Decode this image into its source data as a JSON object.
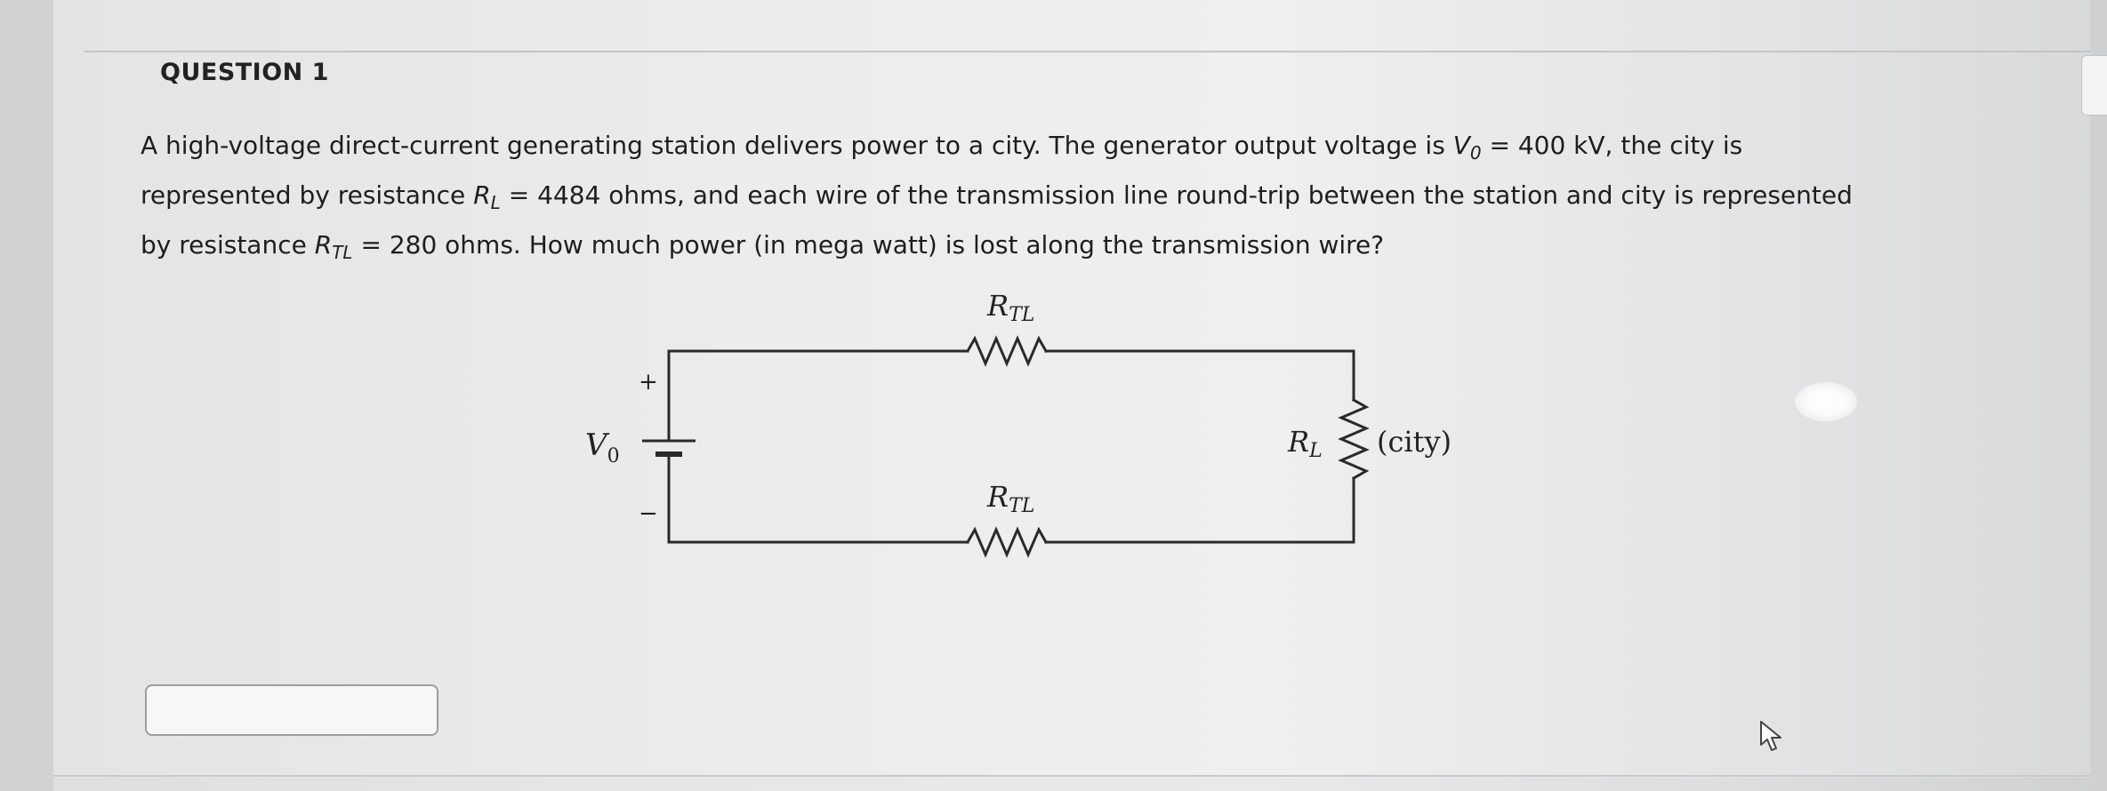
{
  "question": {
    "title": "QUESTION 1",
    "line1_a": "A high-voltage direct-current generating station delivers power to a city. The generator output voltage is ",
    "v0_symbol": "V",
    "v0_sub": "0",
    "line1_b": " = 400 kV, the city is",
    "line2_a": "represented by resistance ",
    "rl_symbol": "R",
    "rl_sub": "L",
    "line2_b": " = 4484 ohms, and each wire of the transmission line round-trip between the station and city is represented",
    "line3_a": "by resistance ",
    "rtl_symbol": "R",
    "rtl_sub": "TL",
    "line3_b": " = 280 ohms. How much power (in mega watt) is lost along the transmission wire?"
  },
  "diagram": {
    "rtl_top_label": "R",
    "rtl_top_sub": "TL",
    "rtl_bottom_label": "R",
    "rtl_bottom_sub": "TL",
    "source_label": "V",
    "source_sub": "0",
    "plus_sign": "+",
    "minus_sign": "−",
    "load_label": "R",
    "load_sub": "L",
    "load_caption": "(city)"
  },
  "answer": {
    "value": "",
    "placeholder": ""
  },
  "icons": {
    "cursor": "pointer-arrow-icon"
  }
}
